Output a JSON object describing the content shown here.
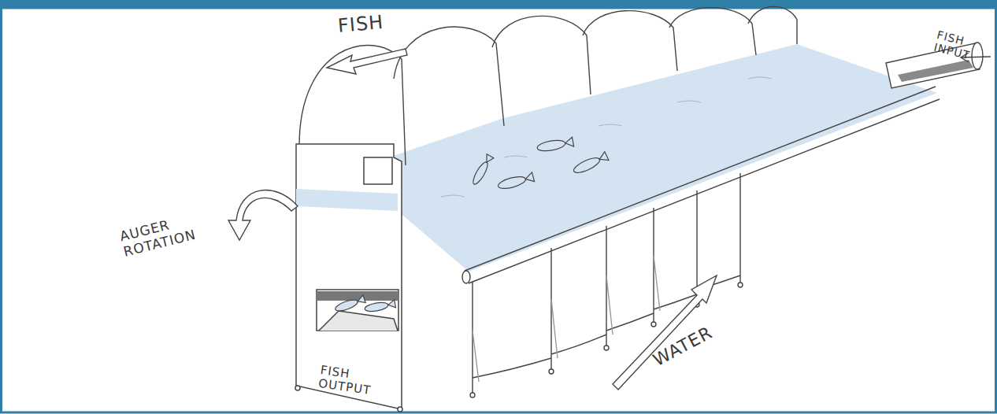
{
  "diagram": {
    "labels": [
      "FISH",
      "FISH INPUT",
      "AUGER ROTATION",
      "FISH OUTPUT",
      "WATER"
    ]
  }
}
